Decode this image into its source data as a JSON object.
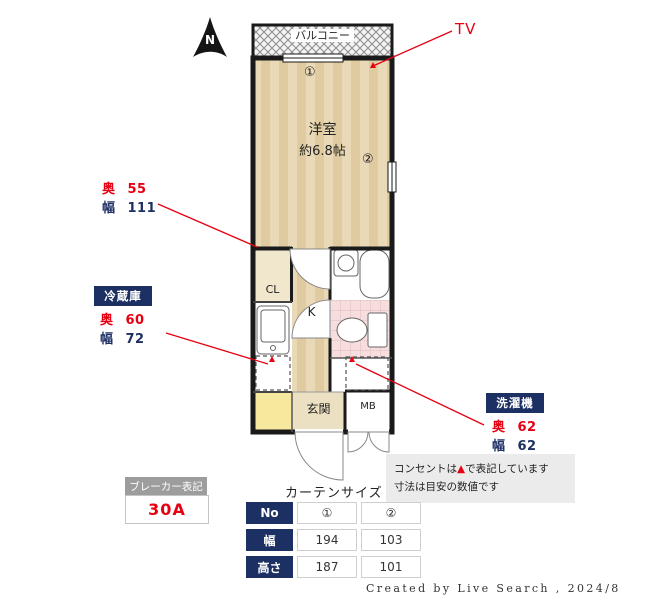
{
  "compass": {
    "n": "N"
  },
  "plan": {
    "balcony": "バルコニー",
    "room_name": "洋室",
    "room_size": "約6.8帖",
    "closet": "CL",
    "kitchen": "K",
    "entrance": "玄関",
    "meter_box": "MB",
    "window1_no": "①",
    "window2_no": "②"
  },
  "annotations": {
    "tv": "TV",
    "depth_label": "奥",
    "width_label": "幅",
    "closet_depth": "55",
    "closet_width": "111",
    "fridge_title": "冷蔵庫",
    "fridge_depth": "60",
    "fridge_width": "72",
    "washer_title": "洗濯機",
    "washer_depth": "62",
    "washer_width": "62"
  },
  "breaker": {
    "title": "ブレーカー表記",
    "value": "30A"
  },
  "note": {
    "line1_pre": "コンセントは",
    "line1_mark": "▲",
    "line1_post": "で表記しています",
    "line2": "寸法は目安の数値です"
  },
  "curtain": {
    "title": "カーテンサイズ",
    "headers": [
      "No",
      "幅",
      "高さ"
    ],
    "col1": [
      "①",
      "194",
      "187"
    ],
    "col2": [
      "②",
      "103",
      "101"
    ]
  },
  "footer": "Created by Live Search , 2024/8",
  "colors": {
    "navy": "#1d3064",
    "red": "#e60012",
    "floor": "#ead9b6",
    "floor_dark": "#dfcb9f"
  }
}
